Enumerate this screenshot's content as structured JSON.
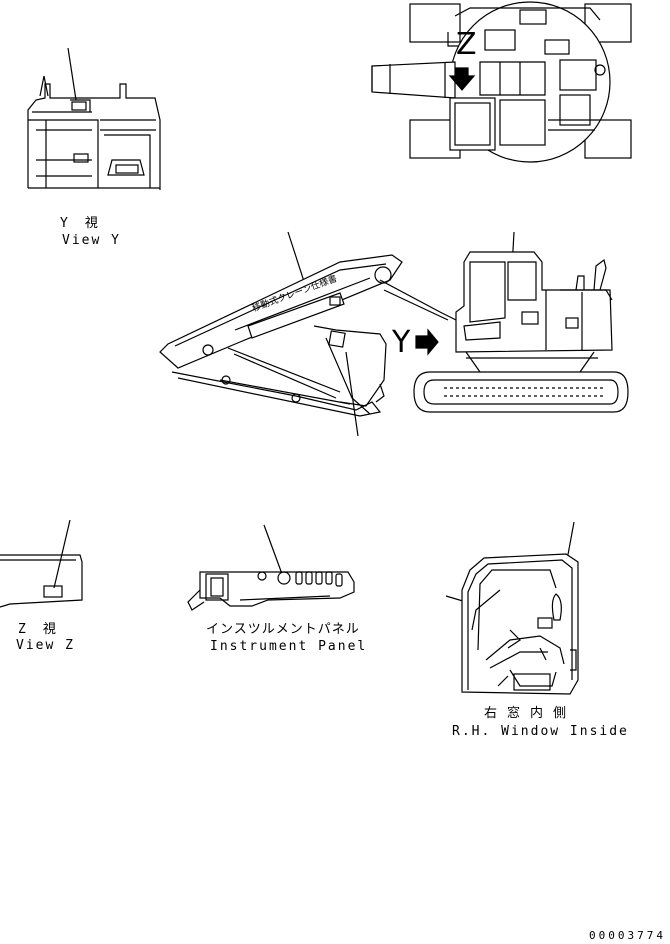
{
  "views": {
    "view_y": {
      "ja": "Y　視",
      "en": "View Y"
    },
    "view_z": {
      "ja": "Z　視",
      "en": "View Z"
    },
    "instrument_panel": {
      "ja": "インスツルメントパネル",
      "en": "Instrument Panel"
    },
    "rh_window": {
      "ja": "右窓内側",
      "en": "R.H. Window Inside"
    }
  },
  "markers": {
    "y": "Y",
    "z": "Z"
  },
  "boom_label_text": "移動式クレーン仕様書",
  "document_number": "00003774",
  "colors": {
    "line": "#000000",
    "background": "#ffffff"
  }
}
